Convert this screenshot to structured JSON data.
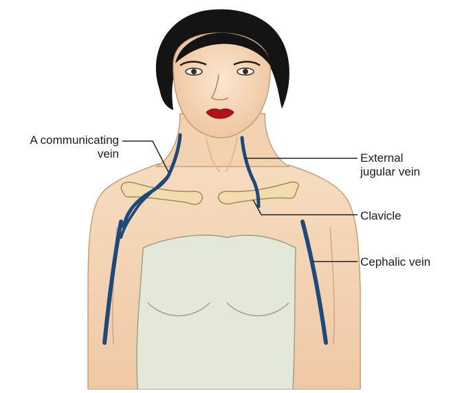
{
  "figure": {
    "labels": {
      "communicating_vein": [
        "A communicating",
        "vein"
      ],
      "external_jugular_vein": [
        "External",
        "jugular vein"
      ],
      "clavicle": "Clavicle",
      "cephalic_vein": "Cephalic vein"
    },
    "colors": {
      "skin": "#f4d7b8",
      "skin_shadow": "#e9b98f",
      "hair": "#141414",
      "vein": "#1d4a7a",
      "clavicle_fill": "#f1ddb0",
      "garment": "#e3e8d8",
      "lips": "#b3121b",
      "leader_line": "#222222"
    }
  }
}
